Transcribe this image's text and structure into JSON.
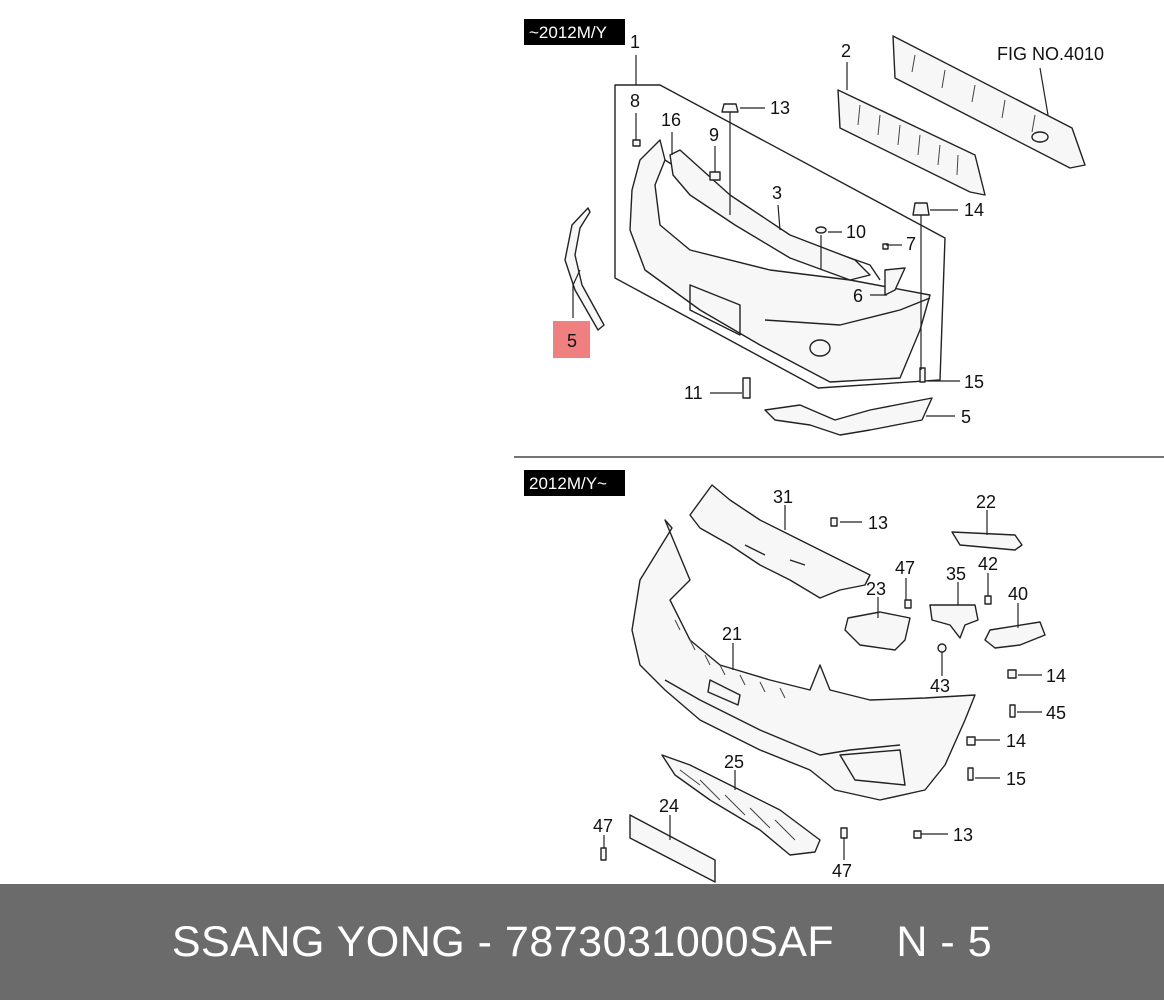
{
  "figure": {
    "fig_number": "FIG NO.4010",
    "eras": {
      "before_2012": "~2012M/Y",
      "after_2012": "2012M/Y~"
    },
    "highlight_color": "#f08080",
    "highlighted_part": "5"
  },
  "callouts_top": {
    "c1": "1",
    "c2": "2",
    "c3": "3",
    "c5a": "5",
    "c5b": "5",
    "c6": "6",
    "c7": "7",
    "c8": "8",
    "c9": "9",
    "c10": "10",
    "c11": "11",
    "c13": "13",
    "c14": "14",
    "c15": "15",
    "c16": "16"
  },
  "callouts_bottom": {
    "c13a": "13",
    "c13b": "13",
    "c14a": "14",
    "c14b": "14",
    "c15": "15",
    "c21": "21",
    "c22": "22",
    "c23": "23",
    "c24": "24",
    "c25": "25",
    "c31": "31",
    "c35": "35",
    "c40": "40",
    "c42": "42",
    "c43": "43",
    "c45": "45",
    "c47a": "47",
    "c47b": "47",
    "c47c": "47"
  },
  "footer": {
    "label": "SSANG YONG - 7873031000SAF     N - 5",
    "background": "#6b6b6b"
  }
}
